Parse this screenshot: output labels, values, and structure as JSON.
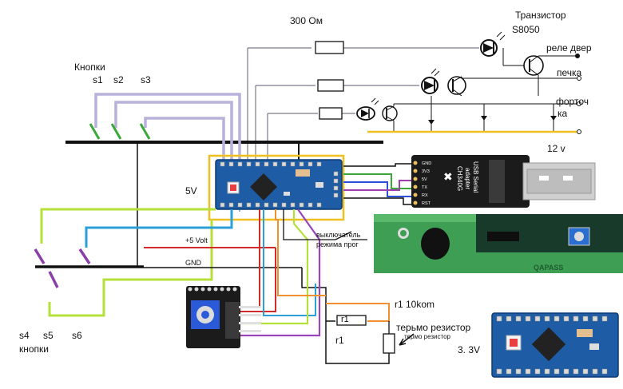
{
  "labels": {
    "resistor_300": "300 Ом",
    "transistor_title": "Транзистор",
    "transistor_model": "S8050",
    "relay_door": "реле двер",
    "relay_stove": "печка",
    "relay_window_1": "форточ",
    "relay_window_2": "ка",
    "supply_12v": "12 v",
    "buttons_top": "Кнопки",
    "s1": "s1",
    "s2": "s2",
    "s3": "s3",
    "five_v": "5V",
    "plus_5_volt": "+5 Volt",
    "gnd": "GND",
    "switch_1": "выключатель",
    "switch_2": "режима прог",
    "r1_10kom": "r1 10kom",
    "thermistor": "терьмо резистор",
    "thermistor_small": "термо резистор",
    "r1_a": "r1",
    "r1_b": "r1",
    "s4": "s4",
    "s5": "s5",
    "s6": "s6",
    "buttons_bottom": "кнопки",
    "voltage_33": "3. 3V",
    "usb_line1": "USB Serial",
    "usb_line2": "adapter",
    "usb_line3": "CH340G",
    "usb_pin_gnd": "GND",
    "usb_pin_3v3": "3V3",
    "usb_pin_5v": "5V",
    "usb_pin_tx": "TX",
    "usb_pin_rx": "RX",
    "usb_pin_rst": "RST",
    "lcd_brand": "QAPASS"
  },
  "colors": {
    "wire_lavender": "#b9b0dc",
    "wire_gray": "#7a7a8a",
    "wire_yellow": "#f0c020",
    "wire_lime": "#b5e03a",
    "wire_blue": "#2a9fd8",
    "wire_red": "#d42a2a",
    "wire_purple": "#9944bb",
    "wire_orange": "#f09030",
    "board_blue": "#1e5da6",
    "switch_green": "#3aa83a",
    "switch_purple": "#8a3fa8",
    "lcd_green": "#3e9e54"
  }
}
